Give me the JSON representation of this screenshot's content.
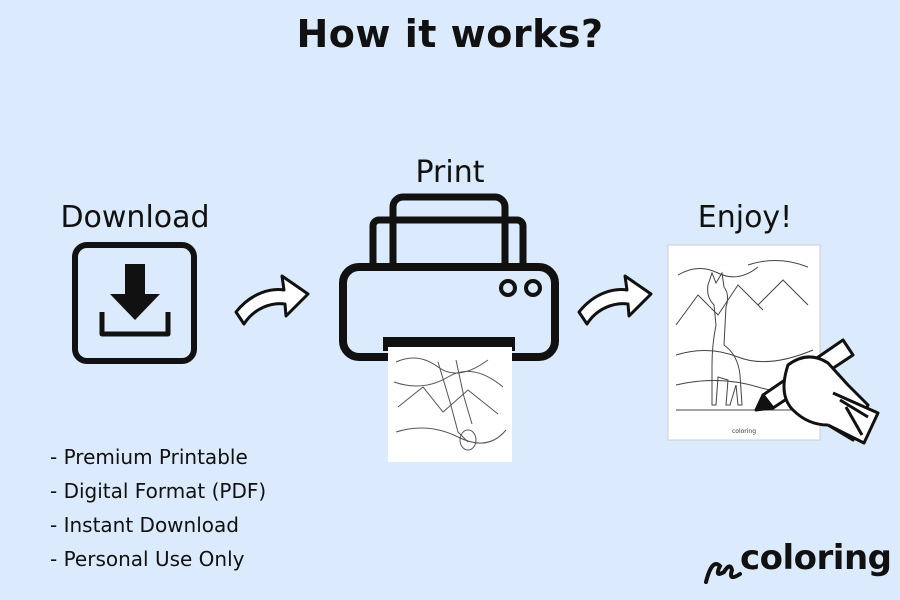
{
  "title": "How it works?",
  "steps": [
    {
      "label": "Download",
      "icon": "download-icon"
    },
    {
      "label": "Print",
      "icon": "printer-icon"
    },
    {
      "label": "Enjoy!",
      "icon": "coloring-page-with-pencil"
    }
  ],
  "features": [
    "- Premium Printable",
    "- Digital Format (PDF)",
    "- Instant Download",
    "- Personal Use Only"
  ],
  "logo": {
    "text": "coloring"
  },
  "colors": {
    "background": "#dbeafc",
    "ink": "#111111",
    "paper": "#ffffff"
  }
}
